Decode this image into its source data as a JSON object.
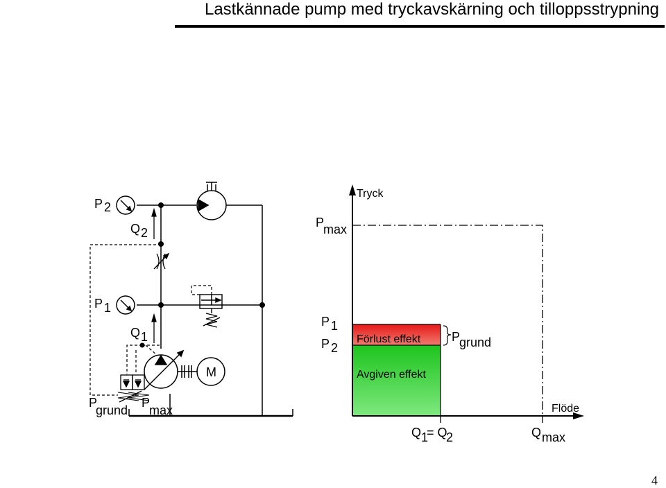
{
  "title": "Lastkännade pump med tryckavskärning och tilloppsstrypning",
  "page_number": "4",
  "circuit": {
    "p2_main": "P",
    "p2_sub": "2",
    "q2_main": "Q",
    "q2_sub": "2",
    "p1_main": "P",
    "p1_sub": "1",
    "q1_main": "Q",
    "q1_sub": "1",
    "motor_label": "M",
    "pgrund_main": "P",
    "pgrund_sub": "grund",
    "pmax_main": "P",
    "pmax_sub": "max"
  },
  "graph": {
    "y_axis_label": "Tryck",
    "x_axis_label": "Flöde",
    "pmax_main": "P",
    "pmax_sub": "max",
    "p1_main": "P",
    "p1_sub": "1",
    "p2_main": "P",
    "p2_sub": "2",
    "loss_label": "Förlust effekt",
    "output_label": "Avgiven effekt",
    "pgrund_main": "P",
    "pgrund_sub": "grund",
    "q_eq_q1": "Q",
    "q_eq_sub1": "1",
    "q_eq_mid": "= Q",
    "q_eq_sub2": "2",
    "qmax_main": "Q",
    "qmax_sub": "max",
    "colors": {
      "loss": "#e8201e",
      "output": "#22c322"
    }
  }
}
